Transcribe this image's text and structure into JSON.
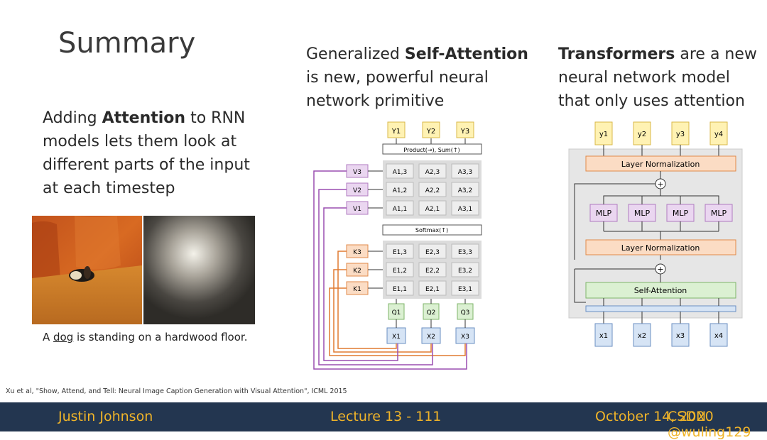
{
  "slide": {
    "title": "Summary",
    "col1_pre": "Adding ",
    "col1_bold": "Attention",
    "col1_post": " to RNN models lets them look at different parts of the input at each timestep",
    "col2_pre": "Generalized ",
    "col2_bold": "Self-Attention",
    "col2_post": " is new, powerful neural network primitive",
    "col3_bold": "Transformers",
    "col3_post": " are a new neural network model that only uses attention",
    "caption_pre": "A ",
    "caption_word": "dog",
    "caption_post": " is standing on a hardwood floor.",
    "citation": "Xu et al, \"Show, Attend, and Tell: Neural Image Caption Generation with Visual Attention\", ICML 2015"
  },
  "self_attention": {
    "product_label": "Product(→),   Sum(↑)",
    "softmax_label": "Softmax(↑)",
    "y": [
      "Y1",
      "Y2",
      "Y3"
    ],
    "v": [
      "V3",
      "V2",
      "V1"
    ],
    "k": [
      "K3",
      "K2",
      "K1"
    ],
    "q": [
      "Q1",
      "Q2",
      "Q3"
    ],
    "x": [
      "X1",
      "X2",
      "X3"
    ],
    "a_rows": [
      [
        "A1,3",
        "A2,3",
        "A3,3"
      ],
      [
        "A1,2",
        "A2,2",
        "A3,2"
      ],
      [
        "A1,1",
        "A2,1",
        "A3,1"
      ]
    ],
    "e_rows": [
      [
        "E1,3",
        "E2,3",
        "E3,3"
      ],
      [
        "E1,2",
        "E2,2",
        "E3,2"
      ],
      [
        "E1,1",
        "E2,1",
        "E3,1"
      ]
    ]
  },
  "transformer": {
    "y": [
      "y1",
      "y2",
      "y3",
      "y4"
    ],
    "layer_norm_top": "Layer Normalization",
    "mlp": [
      "MLP",
      "MLP",
      "MLP",
      "MLP"
    ],
    "layer_norm_bottom": "Layer Normalization",
    "self_attention": "Self-Attention",
    "x": [
      "x1",
      "x2",
      "x3",
      "x4"
    ],
    "plus": "+"
  },
  "footer": {
    "left": "Justin Johnson",
    "middle": "Lecture 13 - 111",
    "right": "October 14, 2020",
    "watermark": "CSDN @wuling129"
  },
  "colors": {
    "footer_bg": "#233650",
    "footer_text": "#f0b429",
    "yellow_box": "#fff2b3",
    "purple_box": "#ead6f0",
    "orange_box": "#fbdcc4",
    "green_box": "#dbf0d2",
    "blue_box": "#d6e4f5",
    "grid_bg": "#dcdcdc"
  }
}
